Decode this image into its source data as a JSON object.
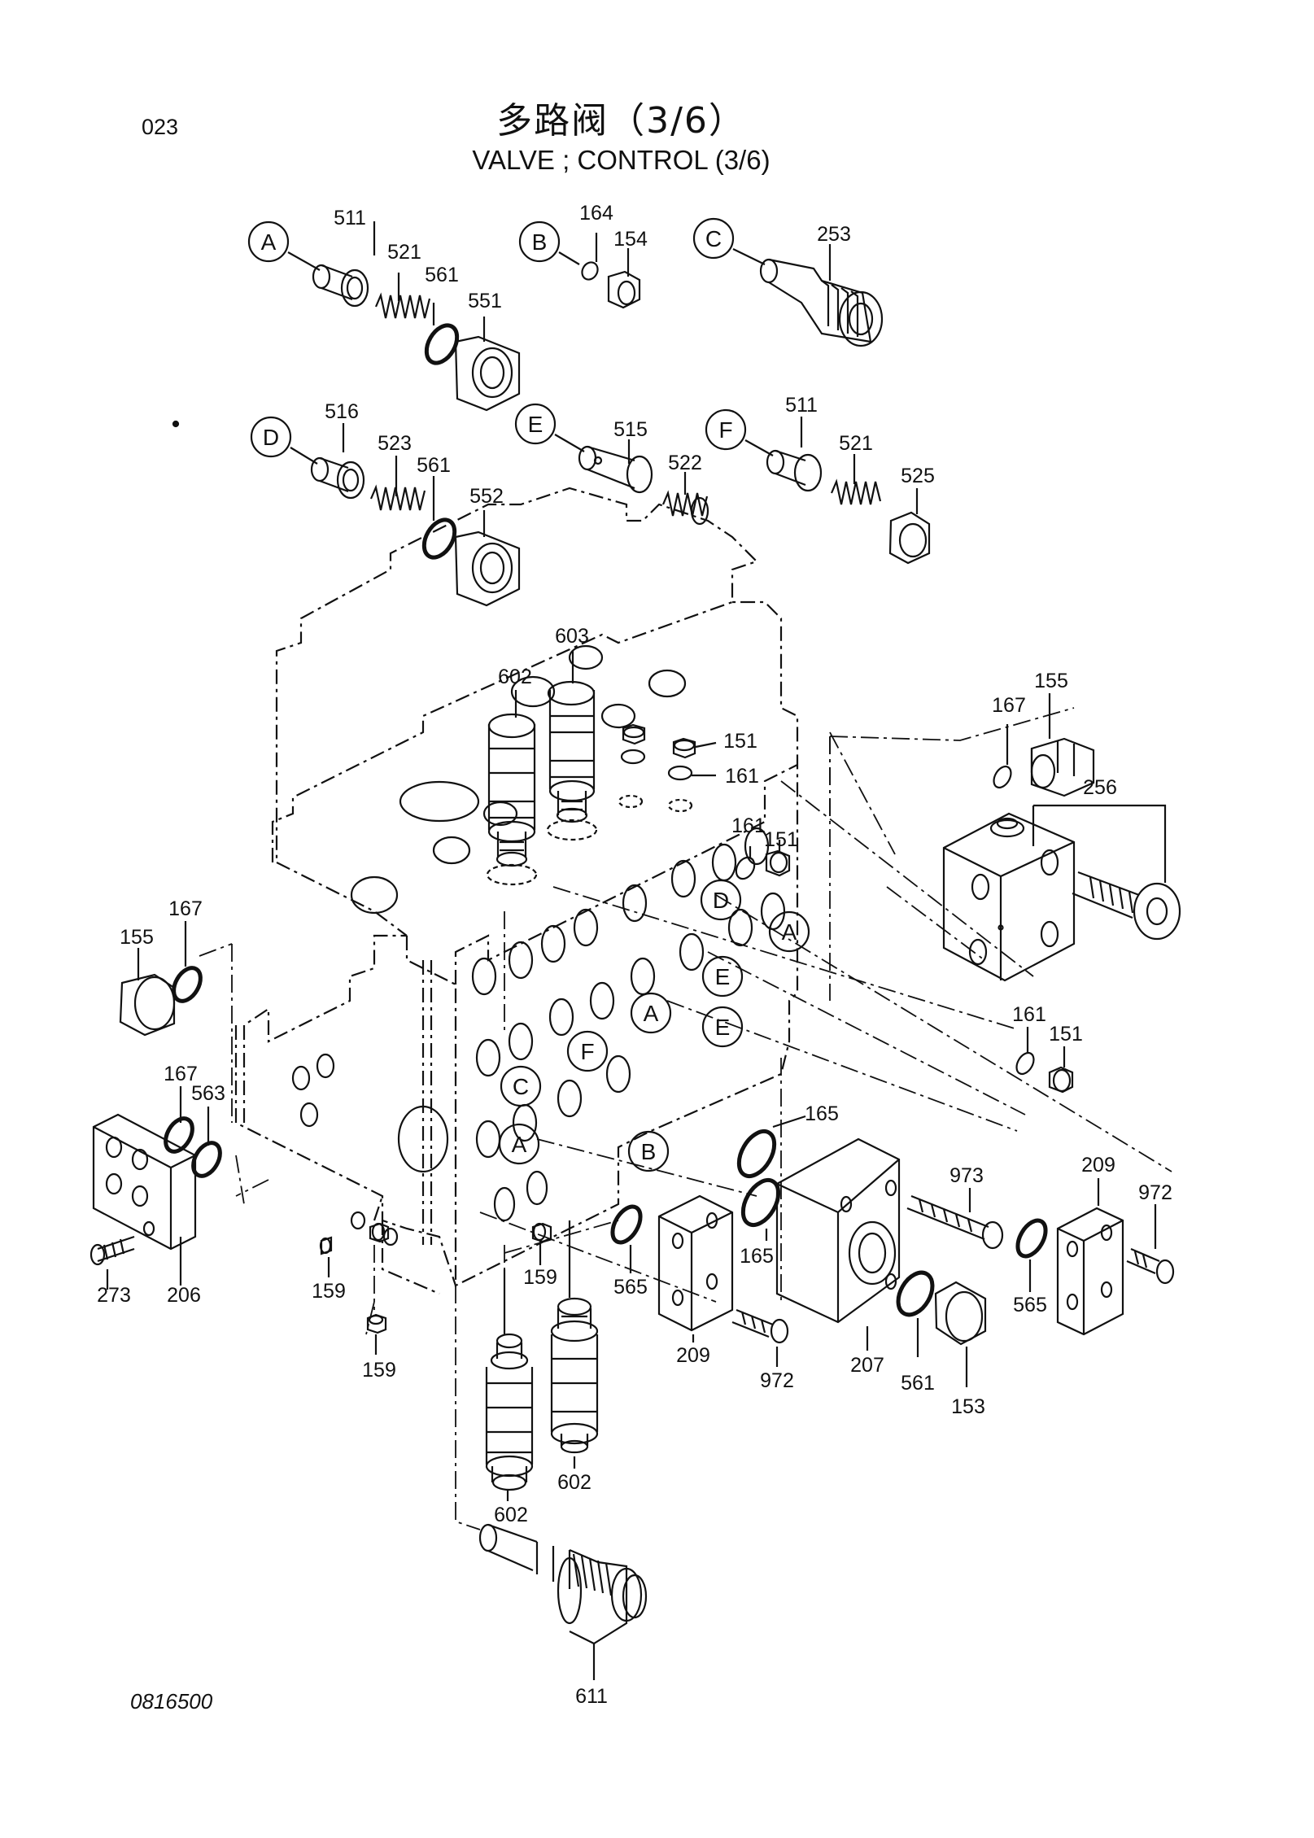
{
  "header": {
    "page_id": "023",
    "title_cn": "多路阀（3/6）",
    "title_en": "VALVE ; CONTROL (3/6)"
  },
  "footer": {
    "code": "0816500"
  },
  "detail_groups": [
    {
      "letter": "A",
      "parts": [
        "511",
        "521",
        "561",
        "551"
      ]
    },
    {
      "letter": "B",
      "parts": [
        "164",
        "154"
      ]
    },
    {
      "letter": "C",
      "parts": [
        "253"
      ]
    },
    {
      "letter": "D",
      "parts": [
        "516",
        "523",
        "561",
        "552"
      ]
    },
    {
      "letter": "E",
      "parts": [
        "515",
        "522"
      ]
    },
    {
      "letter": "F",
      "parts": [
        "511",
        "521",
        "525"
      ]
    }
  ],
  "main_callouts": [
    "603",
    "602",
    "151",
    "161",
    "161",
    "151",
    "155",
    "167",
    "256",
    "155",
    "167",
    "161",
    "151",
    "167",
    "563",
    "165",
    "209",
    "973",
    "972",
    "273",
    "206",
    "159",
    "159",
    "565",
    "165",
    "159",
    "209",
    "207",
    "561",
    "153",
    "565",
    "972",
    "602",
    "602",
    "611"
  ],
  "main_circle_refs": [
    "D",
    "A",
    "E",
    "A",
    "E",
    "F",
    "C",
    "A",
    "B"
  ]
}
